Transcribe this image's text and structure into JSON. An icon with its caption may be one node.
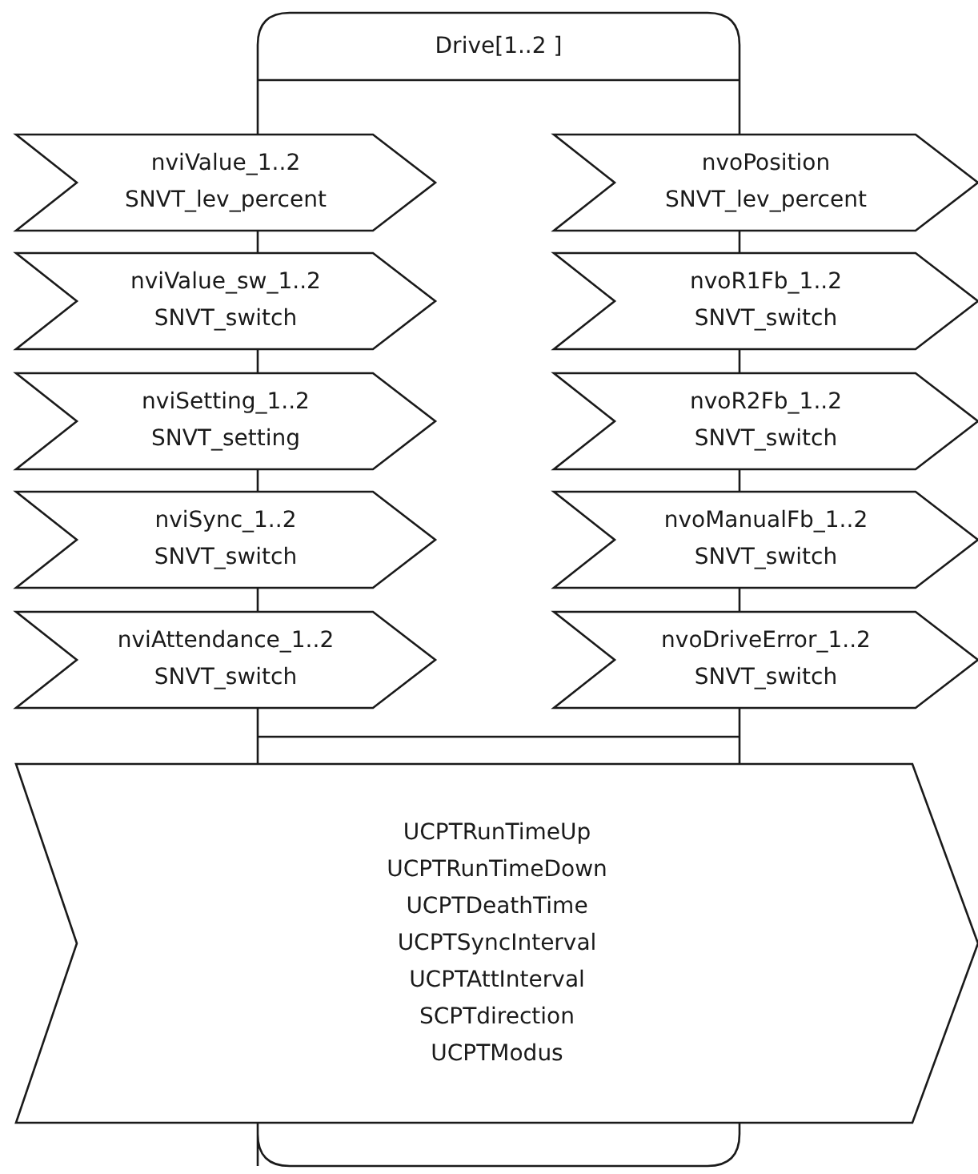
{
  "diagram": {
    "nodes": [
      {
        "text": [
          "Drive[1..2 ]"
        ]
      },
      {
        "text": [
          "nviValue_1..2",
          "SNVT_lev_percent"
        ]
      },
      {
        "text": [
          "nviValue_sw_1..2",
          "SNVT_switch"
        ]
      },
      {
        "text": [
          "nviSetting_1..2",
          "SNVT_setting"
        ]
      },
      {
        "text": [
          "nviSync_1..2",
          "SNVT_switch"
        ]
      },
      {
        "text": [
          "nviAttendance_1..2",
          "SNVT_switch"
        ]
      },
      {
        "text": [
          "nvoPosition",
          "SNVT_lev_percent"
        ]
      },
      {
        "text": [
          "nvoR1Fb_1..2",
          "SNVT_switch"
        ]
      },
      {
        "text": [
          "nvoR2Fb_1..2",
          "SNVT_switch"
        ]
      },
      {
        "text": [
          "nvoManualFb_1..2",
          "SNVT_switch"
        ]
      },
      {
        "text": [
          "nvoDriveError_1..2",
          "SNVT_switch"
        ]
      },
      {
        "text": [
          "UCPTRunTimeUp",
          "UCPTRunTimeDown",
          "UCPTDeathTime",
          "UCPTSyncInterval",
          "UCPTAttInterval",
          "SCPTdirection",
          "UCPTModus"
        ]
      }
    ]
  }
}
